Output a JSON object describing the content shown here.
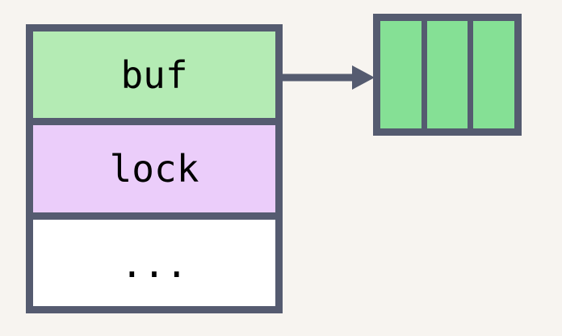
{
  "diagram": {
    "title": "struct-with-buffer-pointer",
    "background_color": "#f7f4f0",
    "stroke_color": "#555b70",
    "struct": {
      "name": "struct-box",
      "fields": [
        {
          "label": "buf",
          "fill": "#b4ebb4",
          "name": "field-buf"
        },
        {
          "label": "lock",
          "fill": "#ebcdfa",
          "name": "field-lock"
        },
        {
          "label": "...",
          "fill": "#ffffff",
          "name": "field-ellipsis"
        }
      ]
    },
    "pointer": {
      "name": "pointer-arrow",
      "from_field": "buf",
      "to": "buffer",
      "color": "#555b70"
    },
    "buffer": {
      "name": "buffer-box",
      "cell_count": 3,
      "cell_fill": "#85e095",
      "cells": [
        {
          "label": "",
          "name": "buffer-cell-0"
        },
        {
          "label": "",
          "name": "buffer-cell-1"
        },
        {
          "label": "",
          "name": "buffer-cell-2"
        }
      ]
    }
  }
}
